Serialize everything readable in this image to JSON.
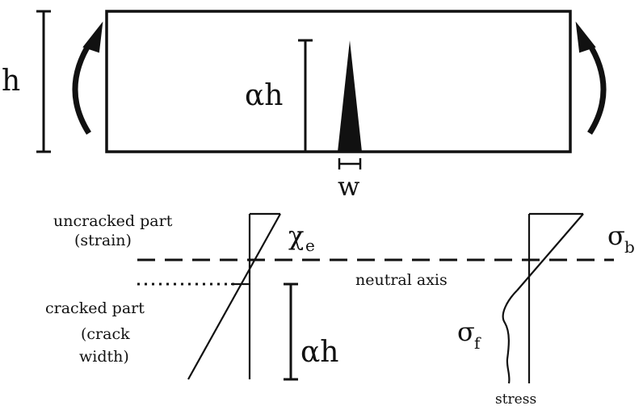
{
  "labels": {
    "h": "h",
    "alpha_h_top": "αh",
    "w": "w",
    "uncracked_line1": "uncracked part",
    "uncracked_line2": "(strain)",
    "chi": "χ",
    "chi_sub": "e",
    "sigma_b": "σ",
    "sigma_b_sub": "b",
    "neutral_axis": "neutral axis",
    "cracked_line1": "cracked part",
    "cracked_line2": "(crack",
    "cracked_line3": "width)",
    "alpha_h_bottom": "αh",
    "sigma_f": "σ",
    "sigma_f_sub": "f",
    "stress": "stress"
  },
  "colors": {
    "ink": "#111111",
    "background": "#ffffff"
  }
}
